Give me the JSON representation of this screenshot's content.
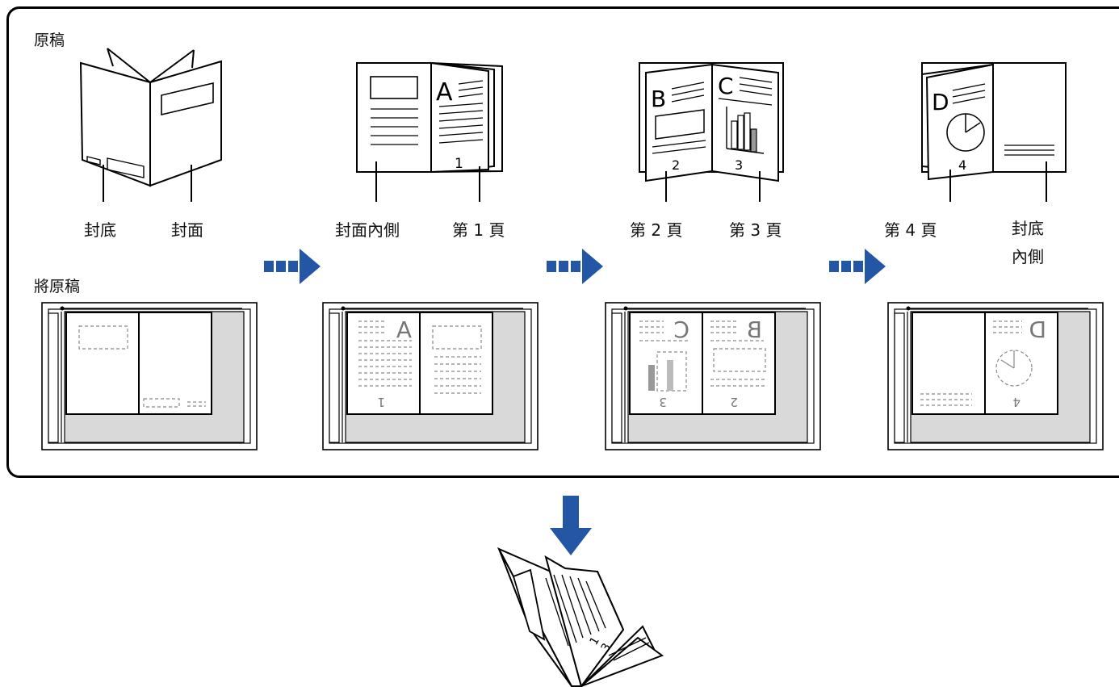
{
  "section_original": "原稿",
  "section_scan": "將原稿",
  "labels": {
    "back_cover": "封底",
    "front_cover": "封面",
    "inside_front": "封面內側",
    "page1": "第 1 頁",
    "page2": "第 2 頁",
    "page3": "第 3 頁",
    "page4": "第 4 頁",
    "inside_back_1": "封底",
    "inside_back_2": "內側"
  },
  "page_letters": [
    "A",
    "B",
    "C",
    "D"
  ],
  "page_numbers": [
    "1",
    "2",
    "3",
    "4"
  ],
  "colors": {
    "arrow": "#2456a6",
    "glass_gray": "#d9d9d9",
    "bar_gray": "#999999"
  }
}
